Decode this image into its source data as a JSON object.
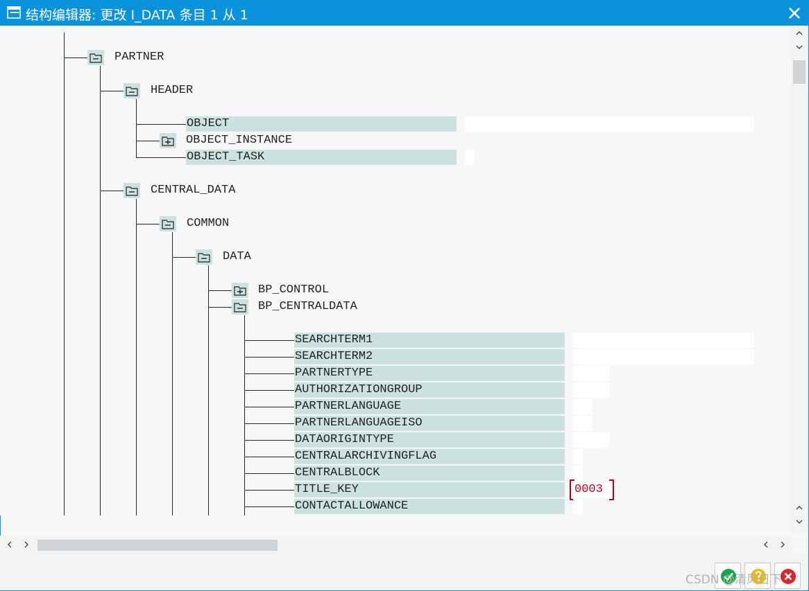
{
  "window": {
    "title": "结构编辑器: 更改 I_DATA 条目 1 从 1"
  },
  "tree": {
    "nodes": [
      {
        "label": "PARTNER",
        "type": "folder-open"
      },
      {
        "label": "HEADER",
        "type": "folder-open"
      },
      {
        "label": "OBJECT",
        "type": "field",
        "value": ""
      },
      {
        "label": "OBJECT_INSTANCE",
        "type": "folder-closed"
      },
      {
        "label": "OBJECT_TASK",
        "type": "field",
        "value": ""
      },
      {
        "label": "CENTRAL_DATA",
        "type": "folder-open"
      },
      {
        "label": "COMMON",
        "type": "folder-open"
      },
      {
        "label": "DATA",
        "type": "folder-open"
      },
      {
        "label": "BP_CONTROL",
        "type": "folder-closed"
      },
      {
        "label": "BP_CENTRALDATA",
        "type": "folder-open"
      },
      {
        "label": "SEARCHTERM1",
        "type": "field",
        "value": ""
      },
      {
        "label": "SEARCHTERM2",
        "type": "field",
        "value": ""
      },
      {
        "label": "PARTNERTYPE",
        "type": "field",
        "value": ""
      },
      {
        "label": "AUTHORIZATIONGROUP",
        "type": "field",
        "value": ""
      },
      {
        "label": "PARTNERLANGUAGE",
        "type": "field",
        "value": ""
      },
      {
        "label": "PARTNERLANGUAGEISO",
        "type": "field",
        "value": ""
      },
      {
        "label": "DATAORIGINTYPE",
        "type": "field",
        "value": ""
      },
      {
        "label": "CENTRALARCHIVINGFLAG",
        "type": "field",
        "value": ""
      },
      {
        "label": "CENTRALBLOCK",
        "type": "field",
        "value": ""
      },
      {
        "label": "TITLE_KEY",
        "type": "field",
        "value": "0003"
      },
      {
        "label": "CONTACTALLOWANCE",
        "type": "field",
        "value": ""
      }
    ]
  },
  "footer": {
    "watermark": "CSDN @清风日下"
  },
  "colors": {
    "titlebar": "#0a92dc",
    "field_bg": "#cce2e1",
    "value_text": "#c0002a",
    "confirm": "#1aa54a",
    "help": "#f2b70a",
    "cancel": "#d9262c"
  }
}
